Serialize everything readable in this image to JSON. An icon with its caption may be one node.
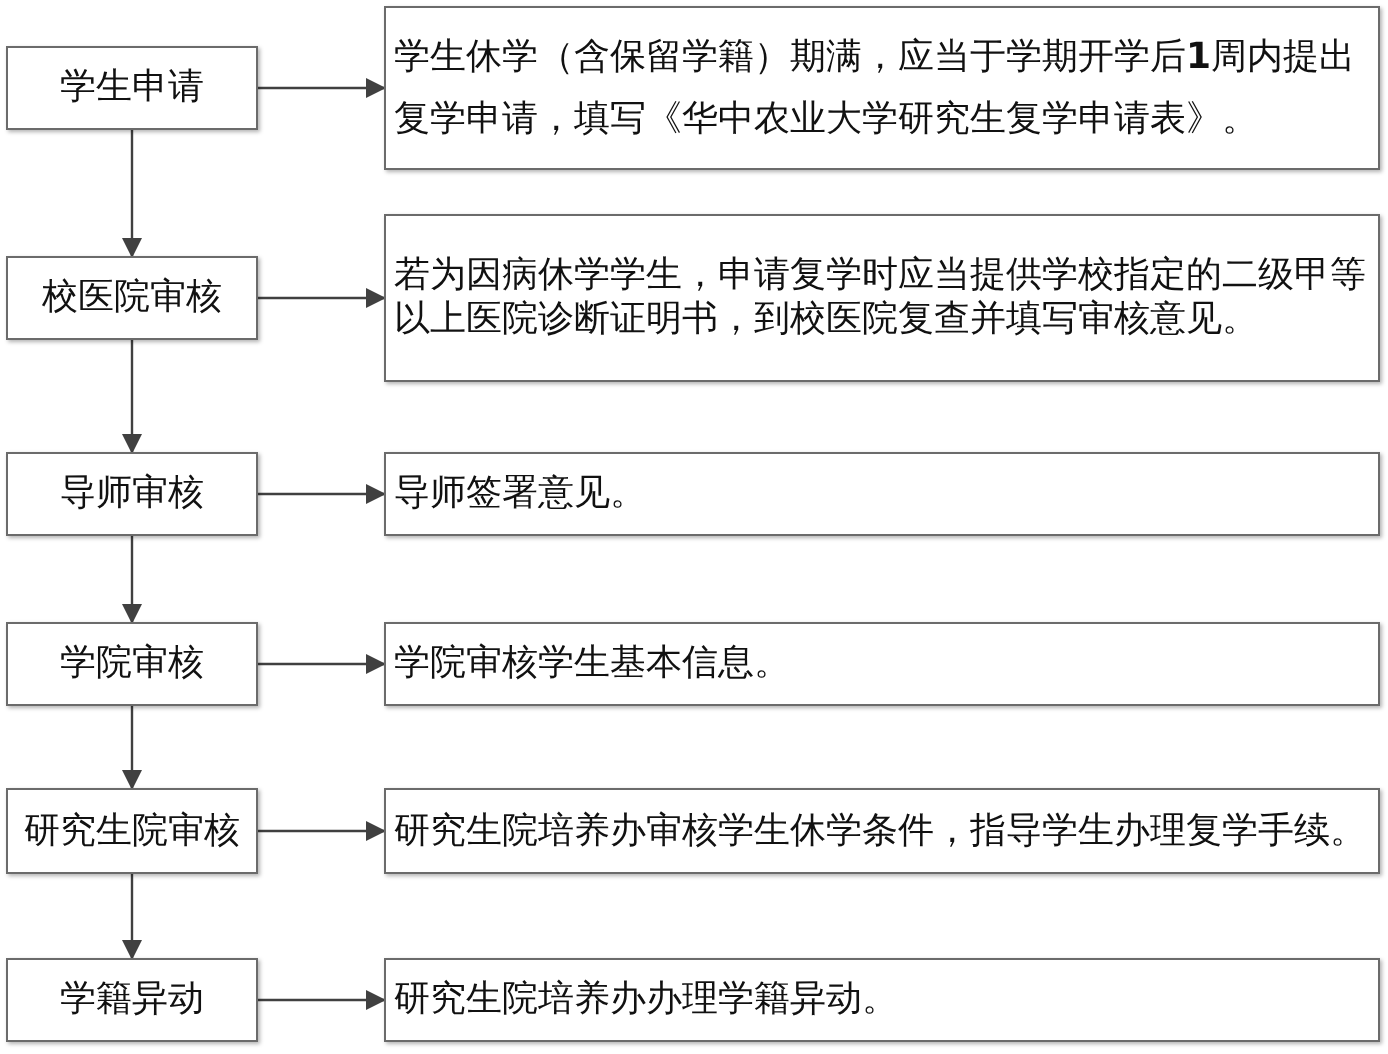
{
  "diagram": {
    "nodes": [
      {
        "text": [
          "学生申请"
        ]
      },
      {
        "text": [
          "学生休学（含保留学籍）期满，应当于学期开学后**1**周内提出复学申请，填写《华中农业大学研究生复学申请表》。"
        ]
      },
      {
        "text": [
          "校医院审核"
        ]
      },
      {
        "text": [
          "若为因病休学学生，申请复学时应当提供学校指定的二级甲等以上医院诊断证明书，到校医院复查并填写审核意见。"
        ]
      },
      {
        "text": [
          "导师审核"
        ]
      },
      {
        "text": [
          "导师签署意见。"
        ]
      },
      {
        "text": [
          "学院审核"
        ]
      },
      {
        "text": [
          "学院审核学生基本信息。"
        ]
      },
      {
        "text": [
          "研究生院审核"
        ]
      },
      {
        "text": [
          "研究生院培养办审核学生休学条件，指导学生办理复学手续。"
        ]
      },
      {
        "text": [
          "学籍异动"
        ]
      },
      {
        "text": [
          "研究生院培养办办理学籍异动。"
        ]
      }
    ],
    "edges": [
      {
        "from": 0,
        "to": 1,
        "arrow": "to"
      },
      {
        "from": 0,
        "to": 2,
        "arrow": "to"
      },
      {
        "from": 2,
        "to": 3,
        "arrow": "to"
      },
      {
        "from": 2,
        "to": 4,
        "arrow": "to"
      },
      {
        "from": 4,
        "to": 5,
        "arrow": "to"
      },
      {
        "from": 4,
        "to": 6,
        "arrow": "to"
      },
      {
        "from": 6,
        "to": 7,
        "arrow": "to"
      },
      {
        "from": 6,
        "to": 8,
        "arrow": "to"
      },
      {
        "from": 8,
        "to": 9,
        "arrow": "to"
      },
      {
        "from": 8,
        "to": 10,
        "arrow": "to"
      },
      {
        "from": 10,
        "to": 11,
        "arrow": "to"
      }
    ]
  }
}
